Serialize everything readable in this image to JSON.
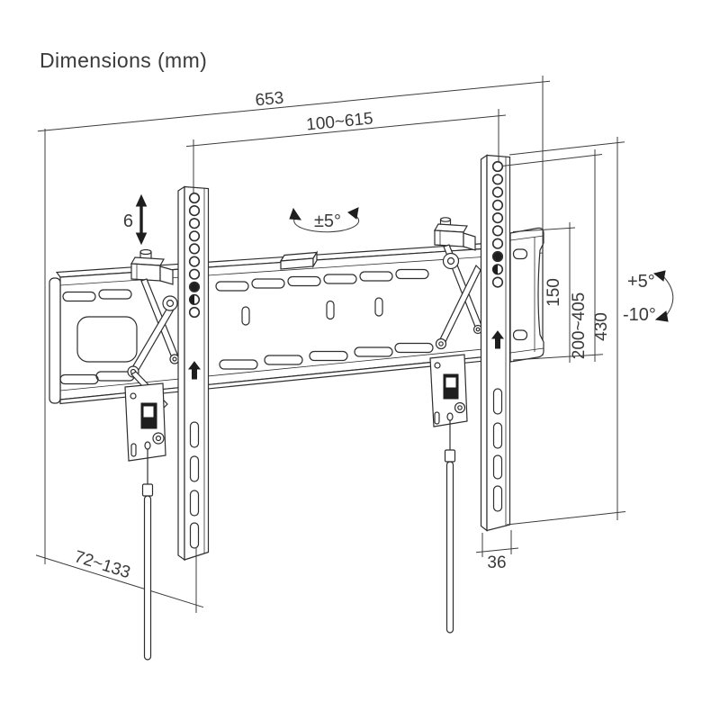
{
  "title": "Dimensions (mm)",
  "colors": {
    "background": "#ffffff",
    "line": "#2e2e2e",
    "dimension_line": "#3c3c3c",
    "text": "#3a3a3a",
    "dark_fill": "#1e1e1e"
  },
  "dimensions": {
    "total_width": "653",
    "mount_width_range": "100~615",
    "height_step": "6",
    "swivel_range": "±5°",
    "hook_span": "150",
    "mount_height_range": "200~405",
    "bracket_height": "430",
    "bracket_depth": "36",
    "wall_clearance_range": "72~133",
    "tilt_up": "+5°",
    "tilt_down": "-10°"
  }
}
